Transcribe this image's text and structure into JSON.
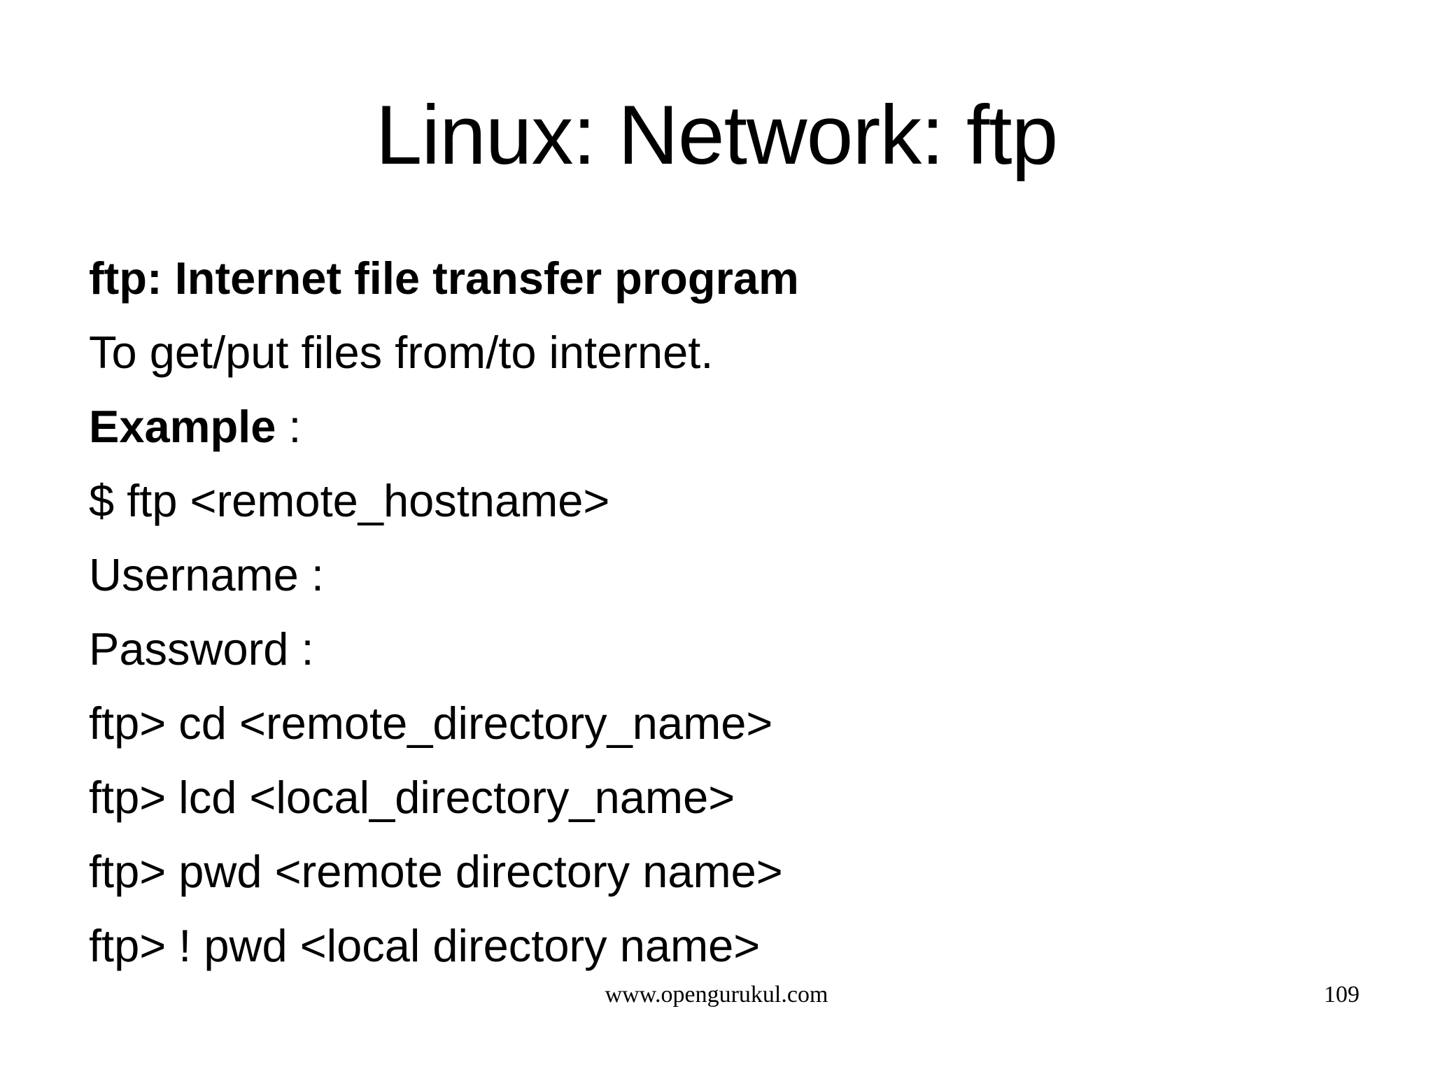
{
  "page": {
    "background_color": "#ffffff",
    "text_color": "#000000"
  },
  "slide": {
    "title": "Linux: Network: ftp",
    "body_lines": [
      {
        "segments": [
          {
            "text": "ftp: Internet file transfer program",
            "bold": true
          }
        ]
      },
      {
        "segments": [
          {
            "text": "To get/put files from/to internet.",
            "bold": false
          }
        ]
      },
      {
        "segments": [
          {
            "text": "Example",
            "bold": true
          },
          {
            "text": " :",
            "bold": false
          }
        ]
      },
      {
        "segments": [
          {
            "text": "$ ftp <remote_hostname>",
            "bold": false
          }
        ]
      },
      {
        "segments": [
          {
            "text": "Username :",
            "bold": false
          }
        ]
      },
      {
        "segments": [
          {
            "text": "Password :",
            "bold": false
          }
        ]
      },
      {
        "segments": [
          {
            "text": "ftp> cd <remote_directory_name>",
            "bold": false
          }
        ]
      },
      {
        "segments": [
          {
            "text": "ftp> lcd <local_directory_name>",
            "bold": false
          }
        ]
      },
      {
        "segments": [
          {
            "text": "ftp> pwd <remote directory name>",
            "bold": false
          }
        ]
      },
      {
        "segments": [
          {
            "text": "ftp> ! pwd <local directory name>",
            "bold": false
          }
        ]
      }
    ],
    "footer": {
      "website": "www.opengurukul.com",
      "page_number": "109"
    }
  }
}
